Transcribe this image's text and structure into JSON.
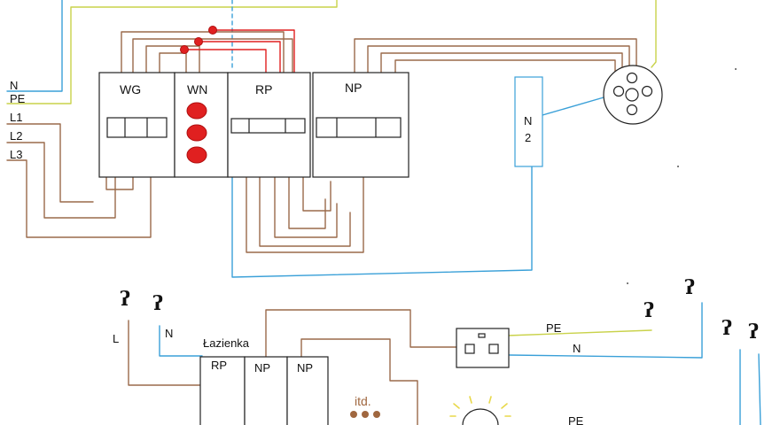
{
  "diagram": {
    "colors": {
      "neutral": "#3aa0d8",
      "protective_earth": "#c9d24a",
      "phase": "#9a6a4a",
      "indicator": "#e02020",
      "lamp_rays": "#e8d84a",
      "itd": "#a0673f"
    },
    "top_panel": {
      "supply_labels": [
        "N",
        "PE",
        "L1",
        "L2",
        "L3"
      ],
      "module_labels": [
        "WG",
        "WN",
        "RP",
        "NP"
      ],
      "n2_label_line1": "N",
      "n2_label_line2": "2"
    },
    "bottom_panel": {
      "input_labels": [
        "L",
        "N"
      ],
      "room_label": "Łazienka",
      "module_labels": [
        "RP",
        "NP",
        "NP"
      ],
      "itd_label": "itd.",
      "socket_wire_labels": [
        "PE",
        "N"
      ],
      "lamp_wire_label": "PE",
      "squiggle_glyph": "ʔ"
    }
  }
}
